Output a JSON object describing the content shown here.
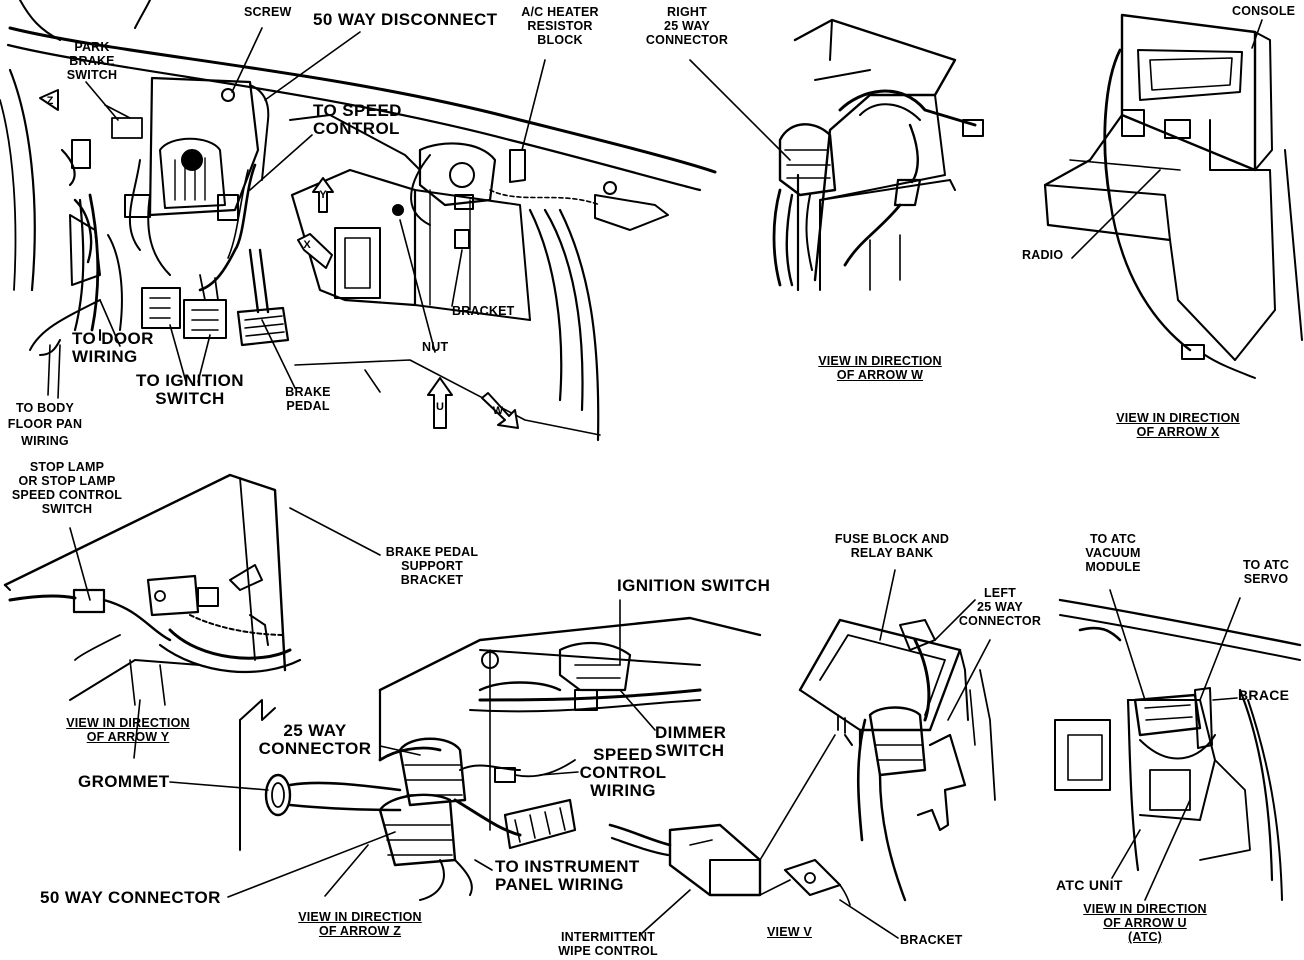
{
  "labels": {
    "screw": "SCREW",
    "way50_disconnect": "50 WAY DISCONNECT",
    "ac_heater": [
      "A/C HEATER",
      "RESISTOR",
      "BLOCK"
    ],
    "right_25way": [
      "RIGHT",
      "25 WAY",
      "CONNECTOR"
    ],
    "console": "CONSOLE",
    "park_brake": [
      "PARK",
      "BRAKE",
      "SWITCH"
    ],
    "to_speed_control": [
      "TO SPEED",
      "CONTROL"
    ],
    "radio": "RADIO",
    "to_door_wiring": [
      "TO DOOR",
      "WIRING"
    ],
    "to_ignition_switch": [
      "TO IGNITION",
      "SWITCH"
    ],
    "bracket_top": "BRACKET",
    "nut": "NUT",
    "brake_pedal": [
      "BRAKE",
      "PEDAL"
    ],
    "to_body_floor": [
      "TO BODY",
      "FLOOR PAN",
      "WIRING"
    ],
    "view_w": [
      "VIEW IN DIRECTION",
      "OF ARROW W"
    ],
    "view_x": [
      "VIEW IN DIRECTION",
      "OF ARROW X"
    ],
    "stop_lamp": [
      "STOP LAMP",
      "OR STOP LAMP",
      "SPEED CONTROL",
      "SWITCH"
    ],
    "brake_pedal_support": [
      "BRAKE PEDAL",
      "SUPPORT",
      "BRACKET"
    ],
    "ignition_switch": "IGNITION SWITCH",
    "fuse_block": [
      "FUSE BLOCK AND",
      "RELAY BANK"
    ],
    "left_25way": [
      "LEFT",
      "25 WAY",
      "CONNECTOR"
    ],
    "to_atc_vacuum": [
      "TO ATC",
      "VACUUM",
      "MODULE"
    ],
    "to_atc_servo": [
      "TO ATC",
      "SERVO"
    ],
    "brace": "BRACE",
    "view_y": [
      "VIEW IN DIRECTION",
      "OF ARROW Y"
    ],
    "connector_25way": [
      "25 WAY",
      "CONNECTOR"
    ],
    "dimmer_switch": [
      "DIMMER",
      "SWITCH"
    ],
    "grommet": "GROMMET",
    "speed_control_wiring": [
      "SPEED",
      "CONTROL",
      "WIRING"
    ],
    "to_instrument_panel": [
      "TO INSTRUMENT",
      "PANEL WIRING"
    ],
    "atc_unit": "ATC UNIT",
    "view_u": [
      "VIEW IN DIRECTION",
      "OF ARROW U",
      "(ATC)"
    ],
    "connector_50way": "50 WAY CONNECTOR",
    "view_z": [
      "VIEW IN DIRECTION",
      "OF ARROW Z"
    ],
    "intermittent_wipe": [
      "INTERMITTENT",
      "WIPE CONTROL"
    ],
    "view_v": "VIEW V",
    "bracket_bottom": "BRACKET"
  },
  "arrows": {
    "z": "Z",
    "y": "Y",
    "x": "X",
    "u": "U",
    "w": "W"
  }
}
